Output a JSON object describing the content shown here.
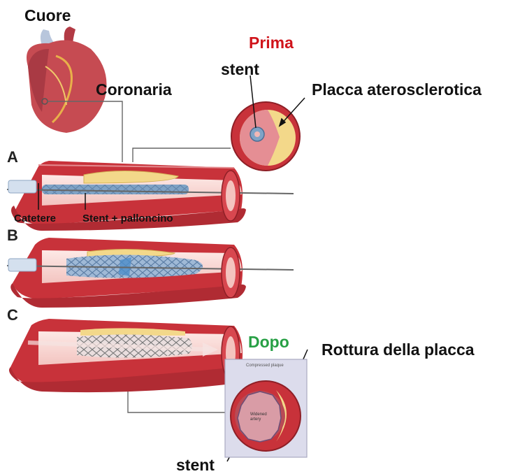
{
  "labels": {
    "cuore": "Cuore",
    "prima": "Prima",
    "stent_top": "stent",
    "coronaria": "Coronaria",
    "placca": "Placca aterosclerotica",
    "letter_a": "A",
    "letter_b": "B",
    "letter_c": "C",
    "catetere": "Catetere",
    "stent_palloncino": "Stent + palloncino",
    "dopo": "Dopo",
    "rottura": "Rottura  della placca",
    "stent_bottom": "stent",
    "compressed_plaque": "Compressed plaque",
    "widened_artery": "Widened artery"
  },
  "colors": {
    "artery_red": "#c8323a",
    "artery_dark": "#8e1f26",
    "plaque_yellow": "#f3d88a",
    "lumen_pink": "#f2b8b5",
    "stent_blue": "#7fa3c6",
    "prima_red": "#d0141b",
    "dopo_green": "#27a045"
  }
}
